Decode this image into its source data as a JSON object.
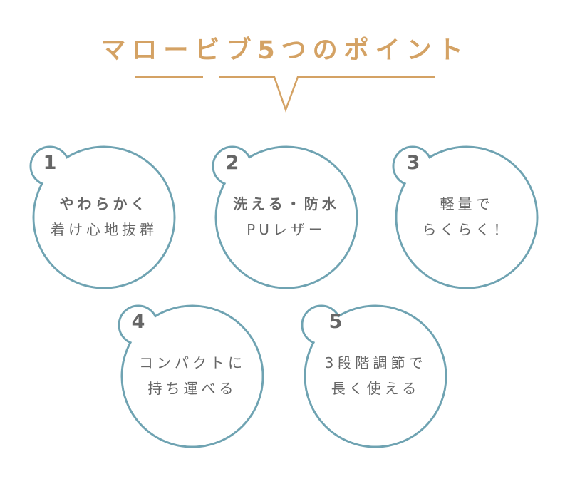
{
  "title": "マロービブ5つのポイント",
  "colors": {
    "accent": "#d4a264",
    "circle": "#6fa3b2",
    "text": "#666666"
  },
  "points": [
    {
      "number": "1",
      "line1": "やわらかく",
      "line2": "着け心地抜群"
    },
    {
      "number": "2",
      "line1": "洗える・防水",
      "line2": "PUレザー"
    },
    {
      "number": "3",
      "line1": "軽量で",
      "line2": "らくらく！"
    },
    {
      "number": "4",
      "line1": "コンパクトに",
      "line2": "持ち運べる"
    },
    {
      "number": "5",
      "line1": "3段階調節で",
      "line2": "長く使える"
    }
  ]
}
